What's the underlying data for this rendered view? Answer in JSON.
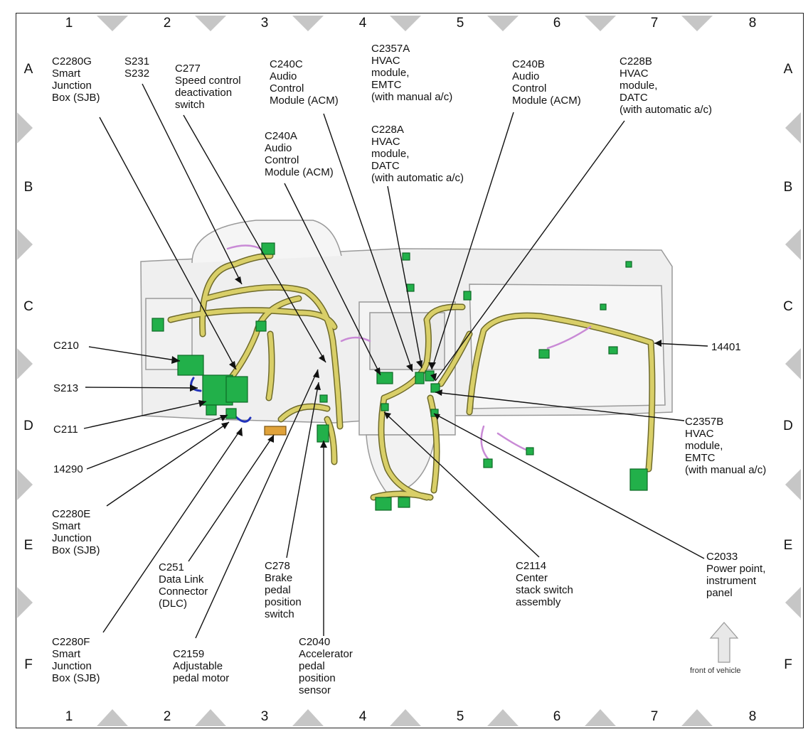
{
  "grid": {
    "columns": [
      "1",
      "2",
      "3",
      "4",
      "5",
      "6",
      "7",
      "8"
    ],
    "rows": [
      "A",
      "B",
      "C",
      "D",
      "E",
      "F"
    ]
  },
  "callouts": {
    "c2280g": "C2280G\nSmart\nJunction\nBox (SJB)",
    "s231": "S231\nS232",
    "c277": "C277\nSpeed control\ndeactivation\nswitch",
    "c240c": "C240C\nAudio\nControl\nModule (ACM)",
    "c2357a": "C2357A\nHVAC\nmodule,\nEMTC\n(with manual a/c)",
    "c240b": "C240B\nAudio\nControl\nModule (ACM)",
    "c228b": "C228B\nHVAC\nmodule,\nDATC\n(with automatic a/c)",
    "c240a": "C240A\nAudio\nControl\nModule (ACM)",
    "c228a": "C228A\nHVAC\nmodule,\nDATC\n(with automatic a/c)",
    "c210": "C210",
    "s213": "S213",
    "c211": "C211",
    "n14290": "14290",
    "c2280e": "C2280E\nSmart\nJunction\nBox (SJB)",
    "c251": "C251\nData Link\nConnector\n(DLC)",
    "c278": "C278\nBrake\npedal\nposition\nswitch",
    "c2114": "C2114\nCenter\nstack switch\nassembly",
    "c2033": "C2033\nPower point,\ninstrument\npanel",
    "n14401": "14401",
    "c2357b": "C2357B\nHVAC\nmodule,\nEMTC\n(with manual a/c)",
    "c2280f": "C2280F\nSmart\nJunction\nBox (SJB)",
    "c2159": "C2159\nAdjustable\npedal motor",
    "c2040": "C2040\nAccelerator\npedal\nposition\nsensor"
  },
  "front_indicator": "front of vehicle",
  "colors": {
    "harness": "#d9cf68",
    "harness_edge": "#6e6a2a",
    "connector": "#22b04a",
    "connector_dark": "#0d6a26",
    "panel": "#eeeeee",
    "panel_edge": "#9a9a9a",
    "marker": "#c6c6c6",
    "leader": "#111111",
    "secondary_wire": "#c98ad6"
  }
}
